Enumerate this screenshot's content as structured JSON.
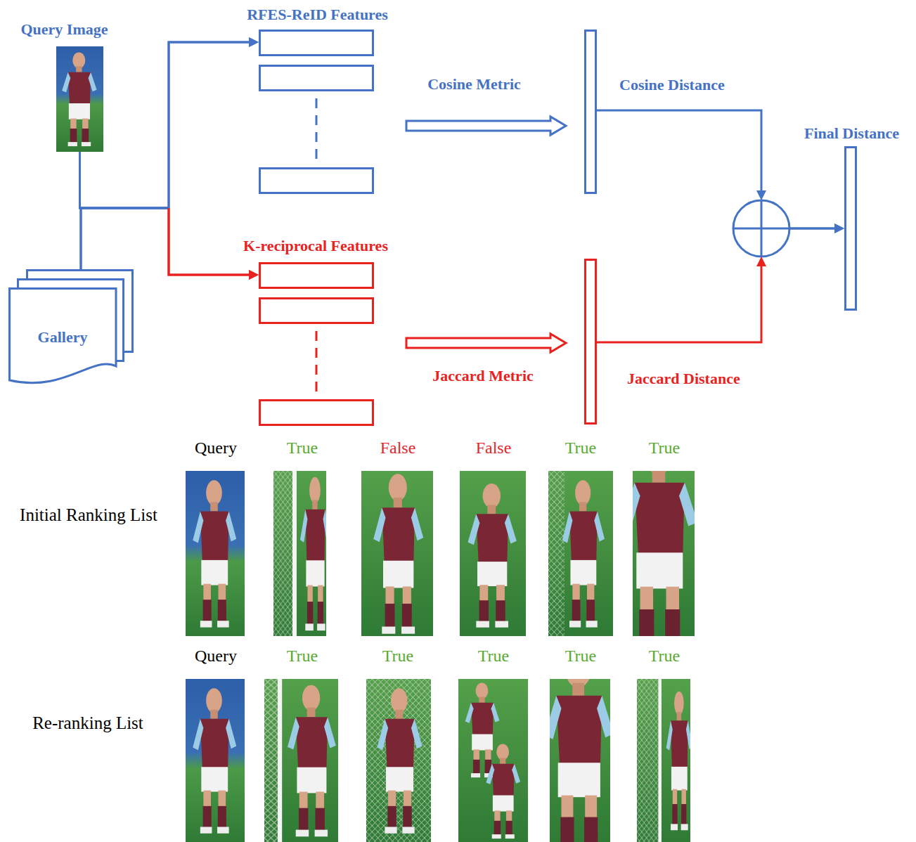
{
  "diagram": {
    "nodes": [
      {
        "text": [
          "Query Image"
        ]
      },
      {
        "text": [
          "Gallery"
        ]
      },
      {
        "text": [
          "RFES-ReID Features"
        ]
      },
      {
        "text": [
          "K-reciprocal Features"
        ]
      },
      {
        "text": [
          "Cosine Distance"
        ]
      },
      {
        "text": [
          "Jaccard Distance"
        ]
      },
      {
        "text": [
          "Final Distance"
        ]
      }
    ],
    "edges": [
      {
        "from": 0,
        "to": 2,
        "arrow": "to"
      },
      {
        "from": 0,
        "to": 3,
        "arrow": "to"
      },
      {
        "from": 1,
        "to": 2,
        "arrow": "to"
      },
      {
        "from": 1,
        "to": 3,
        "arrow": "to"
      },
      {
        "from": 2,
        "to": 4,
        "label": "Cosine Metric",
        "arrow": "to"
      },
      {
        "from": 3,
        "to": 5,
        "label": "Jaccard Metric",
        "arrow": "to"
      },
      {
        "from": 4,
        "to": 6,
        "arrow": "to"
      },
      {
        "from": 5,
        "to": 6,
        "arrow": "to"
      }
    ],
    "labels": [
      "Query",
      "True",
      "False",
      "False",
      "True",
      "True",
      "Initial Ranking List",
      "Query",
      "True",
      "True",
      "True",
      "True",
      "True",
      "Re-ranking List"
    ]
  }
}
